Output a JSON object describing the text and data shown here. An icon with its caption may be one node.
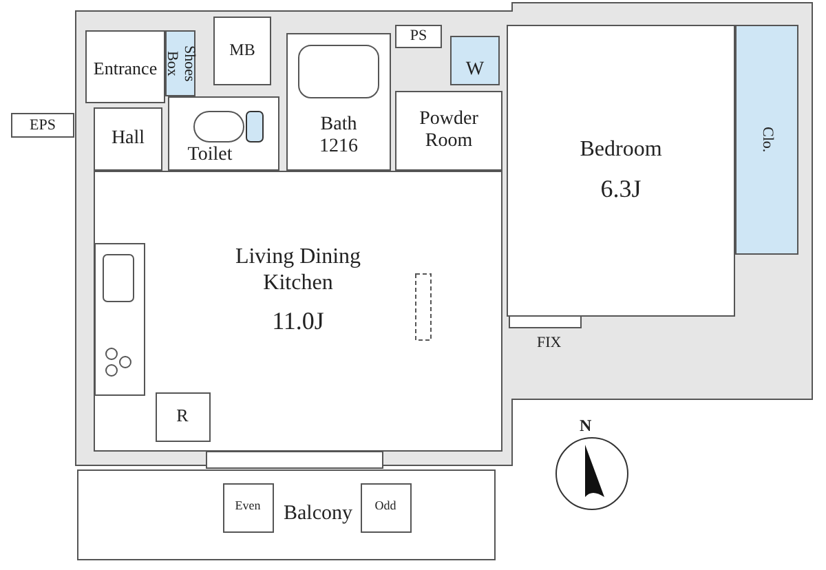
{
  "diagram": {
    "nodes": [
      {
        "text": [
          "Entrance"
        ]
      },
      {
        "text": [
          "Shoes Box"
        ]
      },
      {
        "text": [
          "MB"
        ]
      },
      {
        "text": [
          "PS"
        ]
      },
      {
        "text": [
          "W"
        ]
      },
      {
        "text": [
          "EPS"
        ]
      },
      {
        "text": [
          "Hall"
        ]
      },
      {
        "text": [
          "Toilet"
        ]
      },
      {
        "text": [
          "Bath",
          "1216"
        ]
      },
      {
        "text": [
          "Powder Room"
        ]
      },
      {
        "text": [
          "Bedroom",
          "6.3J"
        ]
      },
      {
        "text": [
          "Clo."
        ]
      },
      {
        "text": [
          "Living Dining Kitchen",
          "11.0J"
        ]
      },
      {
        "text": [
          "R"
        ],
        "in": 12
      },
      {
        "text": [
          "Balcony"
        ]
      },
      {
        "text": [
          "Even"
        ],
        "in": 14
      },
      {
        "text": [
          "Odd"
        ],
        "in": 14
      }
    ],
    "labels": [
      "FIX",
      "N"
    ]
  }
}
